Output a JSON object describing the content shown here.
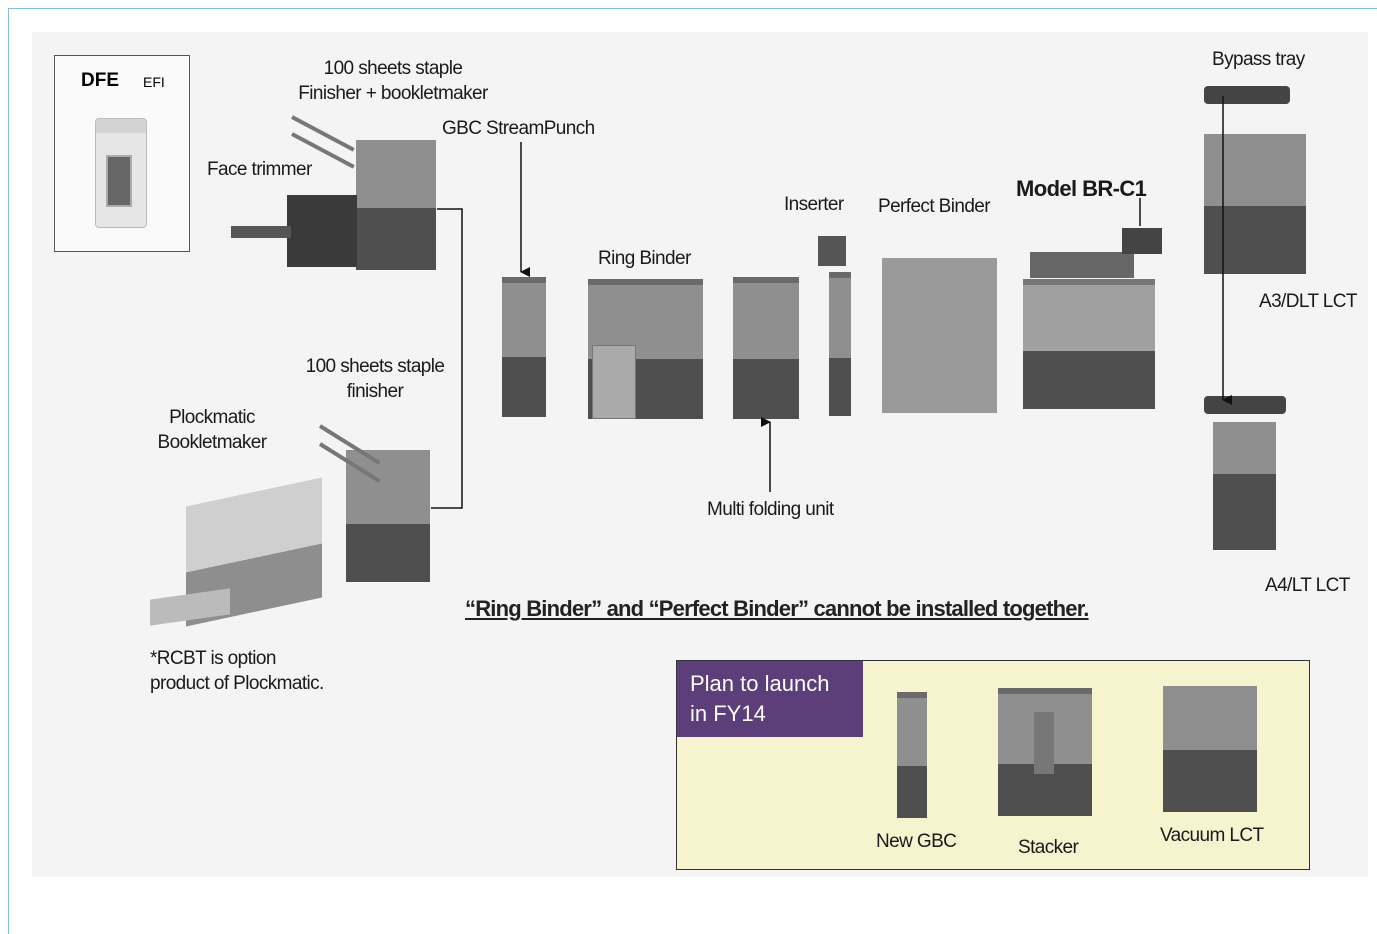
{
  "dfe": {
    "title": "DFE",
    "vendor": "EFI"
  },
  "labels": {
    "finisher_booklet": "100 sheets staple\nFinisher + bookletmaker",
    "face_trimmer": "Face trimmer",
    "gbc_streampunch": "GBC StreamPunch",
    "ring_binder": "Ring Binder",
    "inserter": "Inserter",
    "perfect_binder": "Perfect Binder",
    "model": "Model BR-C1",
    "bypass_tray": "Bypass tray",
    "a3_lct": "A3/DLT LCT",
    "a4_lct": "A4/LT LCT",
    "finisher_staple": "100 sheets staple\nfinisher",
    "plockmatic": "Plockmatic\nBookletmaker",
    "multi_folding": "Multi folding unit",
    "rcbt_note": "*RCBT is option\nproduct of Plockmatic."
  },
  "warning": "“Ring Binder” and “Perfect Binder” cannot be installed together.",
  "plan": {
    "title": "Plan to launch\nin FY14",
    "items": [
      "New GBC",
      "Stacker",
      "Vacuum LCT"
    ]
  }
}
